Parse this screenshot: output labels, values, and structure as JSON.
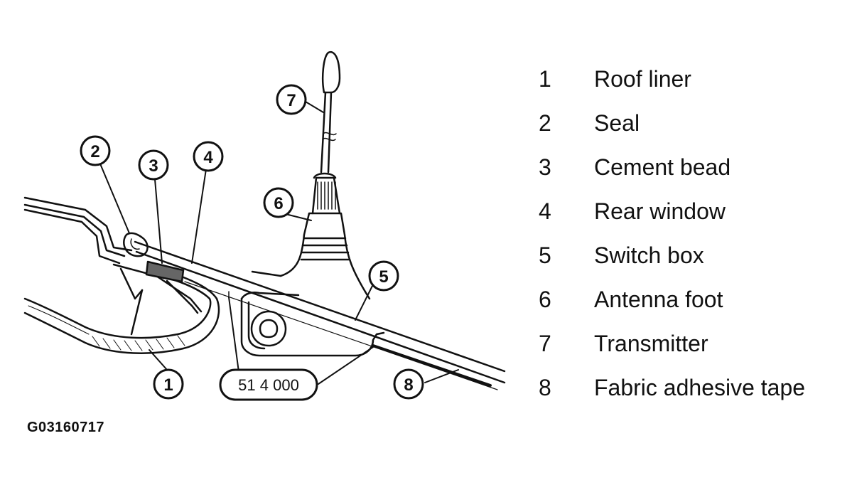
{
  "diagram": {
    "callouts": [
      {
        "num": "1"
      },
      {
        "num": "2"
      },
      {
        "num": "3"
      },
      {
        "num": "4"
      },
      {
        "num": "5"
      },
      {
        "num": "6"
      },
      {
        "num": "7"
      },
      {
        "num": "8"
      }
    ],
    "part_number_label": "51 4 000"
  },
  "legend": {
    "items": [
      {
        "num": "1",
        "text": "Roof liner"
      },
      {
        "num": "2",
        "text": "Seal"
      },
      {
        "num": "3",
        "text": "Cement bead"
      },
      {
        "num": "4",
        "text": "Rear window"
      },
      {
        "num": "5",
        "text": "Switch box"
      },
      {
        "num": "6",
        "text": "Antenna foot"
      },
      {
        "num": "7",
        "text": "Transmitter"
      },
      {
        "num": "8",
        "text": "Fabric adhesive tape"
      }
    ]
  },
  "figure_id": "G03160717"
}
